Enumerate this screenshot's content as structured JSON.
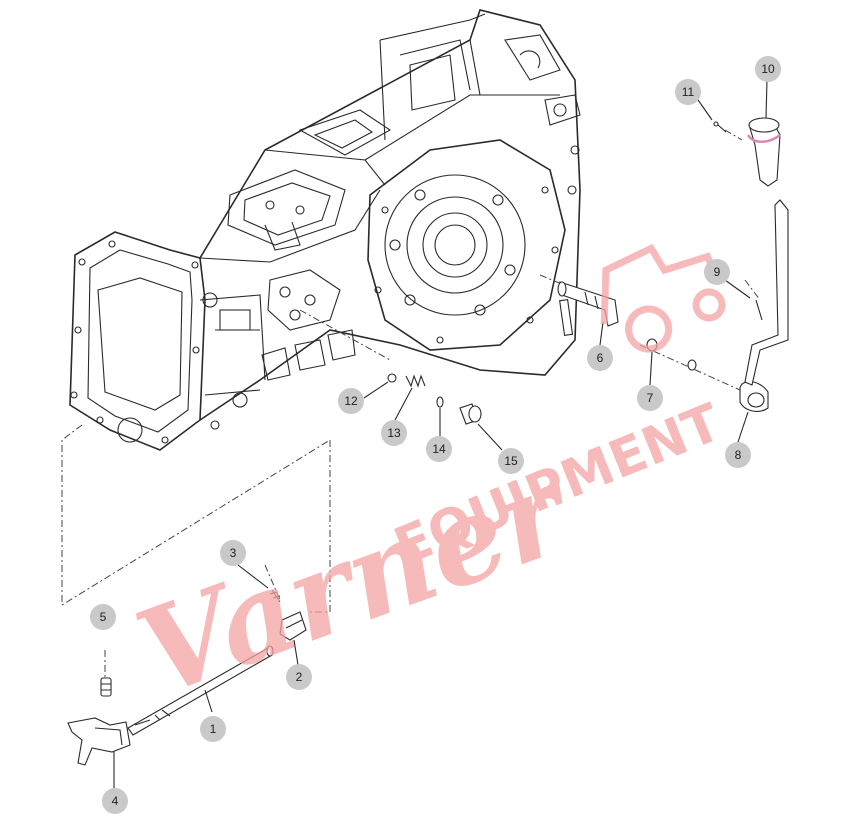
{
  "callouts": [
    {
      "id": "1",
      "label": "1"
    },
    {
      "id": "2",
      "label": "2"
    },
    {
      "id": "3",
      "label": "3"
    },
    {
      "id": "4",
      "label": "4"
    },
    {
      "id": "5",
      "label": "5"
    },
    {
      "id": "6",
      "label": "6"
    },
    {
      "id": "7",
      "label": "7"
    },
    {
      "id": "8",
      "label": "8"
    },
    {
      "id": "9",
      "label": "9"
    },
    {
      "id": "10",
      "label": "10"
    },
    {
      "id": "11",
      "label": "11"
    },
    {
      "id": "12",
      "label": "12"
    },
    {
      "id": "13",
      "label": "13"
    },
    {
      "id": "14",
      "label": "14"
    },
    {
      "id": "15",
      "label": "15"
    }
  ],
  "watermark": {
    "script": "Varner",
    "block": "EQUIPMENT",
    "color": "#f4a3a3"
  },
  "colors": {
    "line": "#2a2a2a",
    "callout_fill": "#c9c9c9",
    "knob_accent": "#d98ab0"
  }
}
